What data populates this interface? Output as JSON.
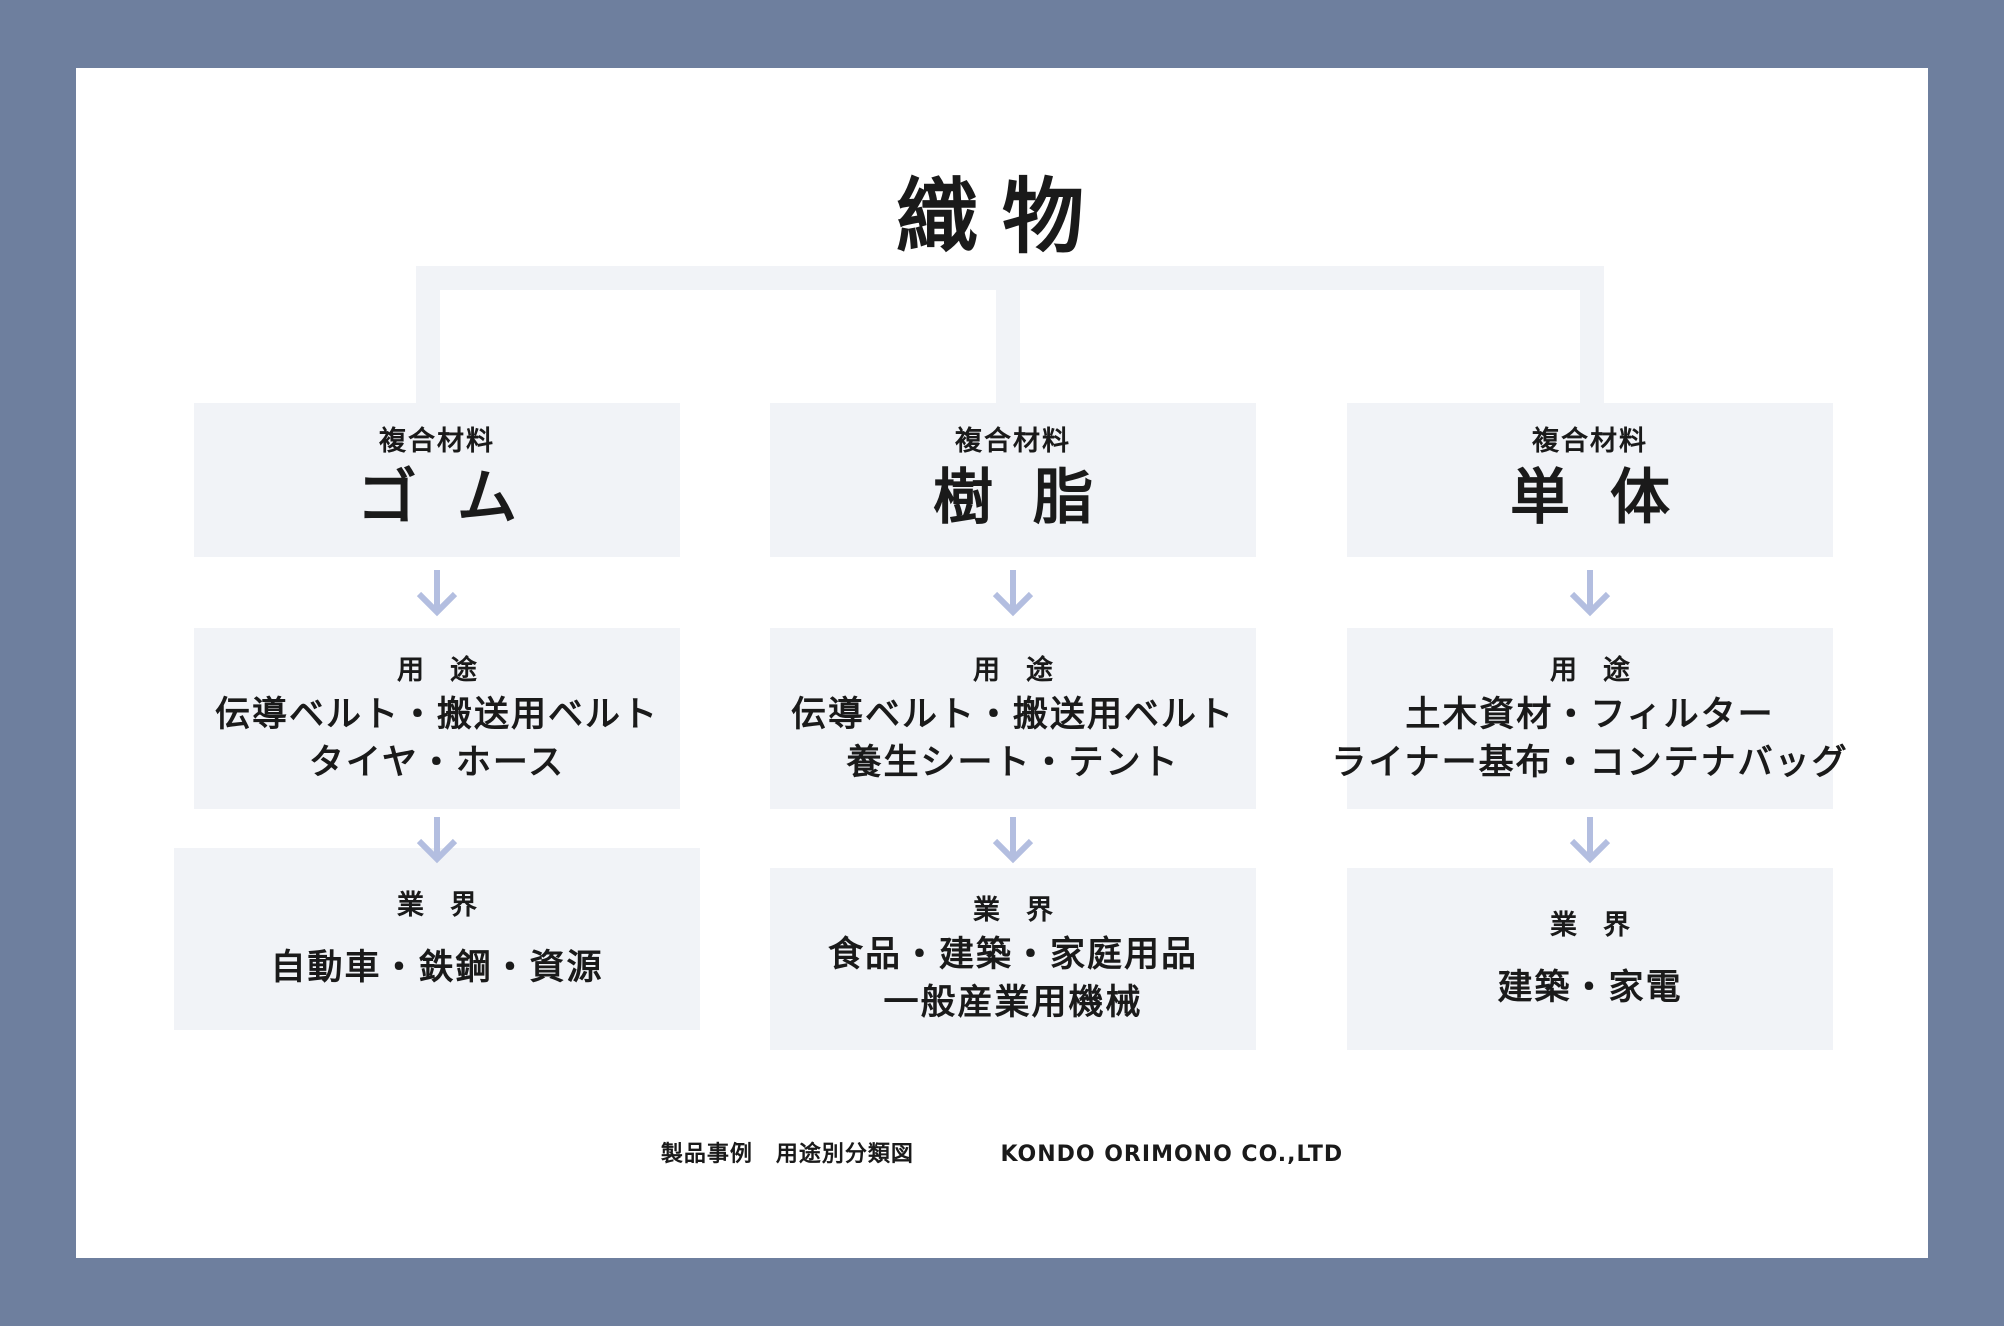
{
  "title": "織物",
  "arrow_color": "#b3bee0",
  "box_color": "#f1f3f7",
  "columns": [
    {
      "material_label": "複合材料",
      "material": "ゴム",
      "use_label": "用途",
      "uses": [
        "伝導ベルト・搬送用ベルト",
        "タイヤ・ホース"
      ],
      "industry_label": "業界",
      "industries": [
        "自動車・鉄鋼・資源"
      ]
    },
    {
      "material_label": "複合材料",
      "material": "樹脂",
      "use_label": "用途",
      "uses": [
        "伝導ベルト・搬送用ベルト",
        "養生シート・テント"
      ],
      "industry_label": "業界",
      "industries": [
        "食品・建築・家庭用品",
        "一般産業用機械"
      ]
    },
    {
      "material_label": "複合材料",
      "material": "単体",
      "use_label": "用途",
      "uses": [
        "土木資材・フィルター",
        "ライナー基布・コンテナバッグ"
      ],
      "industry_label": "業界",
      "industries": [
        "建築・家電"
      ]
    }
  ],
  "footer": {
    "caption": "製品事例　用途別分類図",
    "company": "KONDO ORIMONO CO.,LTD"
  }
}
